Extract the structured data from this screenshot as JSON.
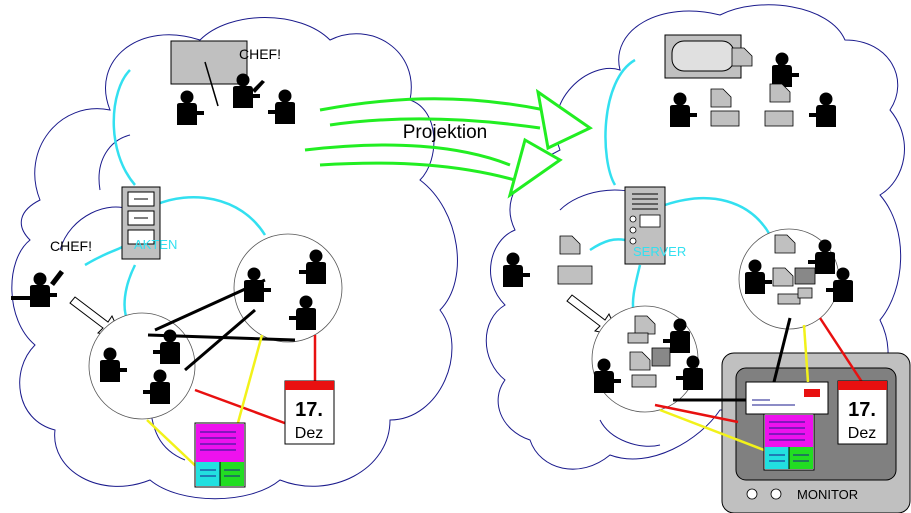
{
  "labels": {
    "projection": "Projektion",
    "chef_left_top": "CHEF!",
    "chef_left_side": "CHEF!",
    "akten": "AKTEN",
    "server": "SERVER",
    "monitor": "MONITOR"
  },
  "calendar_left": {
    "day": "17.",
    "month": "Dez"
  },
  "calendar_right": {
    "day": "17.",
    "month": "Dez"
  },
  "colors": {
    "cloud_stroke": "#1a1a8c",
    "cyan_link": "#33e0f0",
    "green_arrow": "#22ee22",
    "link_black": "#000000",
    "link_yellow": "#f2f21a",
    "link_red": "#e81010",
    "calendar_band": "#e81010",
    "document_magenta": "#ee11ee",
    "document_cyan": "#22e0e0",
    "document_green": "#22dd22",
    "gray_panel": "#c0c0c0",
    "gray_dark": "#808080"
  }
}
